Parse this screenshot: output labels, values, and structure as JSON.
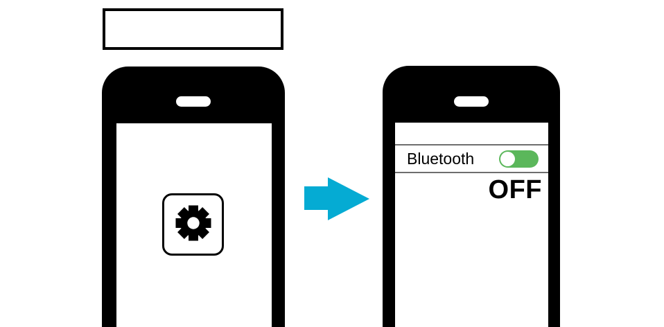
{
  "caption_box": {
    "text": ""
  },
  "left_phone": {
    "app_icon": "gear-icon"
  },
  "arrow": {
    "icon": "arrow-right-icon",
    "direction": "right"
  },
  "right_phone": {
    "bluetooth_row": {
      "label": "Bluetooth",
      "toggle_knob_position": "left"
    },
    "status_text": "OFF"
  },
  "colors": {
    "arrow": "#05ABD3",
    "toggle_on": "#5BB75B",
    "divider": "#6E6E6E"
  }
}
